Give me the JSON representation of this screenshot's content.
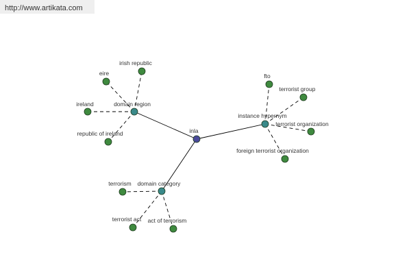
{
  "url": "http://www.artikata.com",
  "colors": {
    "root": "#4a4a9a",
    "hub": "#3a8a8a",
    "leaf": "#3f8a3f",
    "edge": "#000000"
  },
  "nodes": [
    {
      "id": "inla",
      "label": "inla",
      "kind": "root"
    },
    {
      "id": "domain_region",
      "label": "domain region",
      "kind": "hub"
    },
    {
      "id": "instance_hypernym",
      "label": "instance hypernym",
      "kind": "hub"
    },
    {
      "id": "domain_category",
      "label": "domain category",
      "kind": "hub"
    },
    {
      "id": "irish_republic",
      "label": "irish republic",
      "kind": "leaf"
    },
    {
      "id": "eire",
      "label": "eire",
      "kind": "leaf"
    },
    {
      "id": "ireland",
      "label": "ireland",
      "kind": "leaf"
    },
    {
      "id": "republic_of_ireland",
      "label": "republic of ireland",
      "kind": "leaf"
    },
    {
      "id": "fto",
      "label": "fto",
      "kind": "leaf"
    },
    {
      "id": "terrorist_group",
      "label": "terrorist group",
      "kind": "leaf"
    },
    {
      "id": "terrorist_organization",
      "label": "terrorist organization",
      "kind": "leaf"
    },
    {
      "id": "foreign_terrorist_organization",
      "label": "foreign terrorist organization",
      "kind": "leaf"
    },
    {
      "id": "terrorism",
      "label": "terrorism",
      "kind": "leaf"
    },
    {
      "id": "terrorist_act",
      "label": "terrorist act",
      "kind": "leaf"
    },
    {
      "id": "act_of_terrorism",
      "label": "act of terrorism",
      "kind": "leaf"
    }
  ],
  "edges": [
    {
      "from": "inla",
      "to": "domain_region",
      "style": "solid"
    },
    {
      "from": "inla",
      "to": "instance_hypernym",
      "style": "solid"
    },
    {
      "from": "inla",
      "to": "domain_category",
      "style": "solid"
    },
    {
      "from": "domain_region",
      "to": "irish_republic",
      "style": "dashed"
    },
    {
      "from": "domain_region",
      "to": "eire",
      "style": "dashed"
    },
    {
      "from": "domain_region",
      "to": "ireland",
      "style": "dashed"
    },
    {
      "from": "domain_region",
      "to": "republic_of_ireland",
      "style": "dashed"
    },
    {
      "from": "instance_hypernym",
      "to": "fto",
      "style": "dashed"
    },
    {
      "from": "instance_hypernym",
      "to": "terrorist_group",
      "style": "dashed"
    },
    {
      "from": "instance_hypernym",
      "to": "terrorist_organization",
      "style": "dashed"
    },
    {
      "from": "instance_hypernym",
      "to": "foreign_terrorist_organization",
      "style": "dashed"
    },
    {
      "from": "domain_category",
      "to": "terrorism",
      "style": "dashed"
    },
    {
      "from": "domain_category",
      "to": "terrorist_act",
      "style": "dashed"
    },
    {
      "from": "domain_category",
      "to": "act_of_terrorism",
      "style": "dashed"
    }
  ]
}
